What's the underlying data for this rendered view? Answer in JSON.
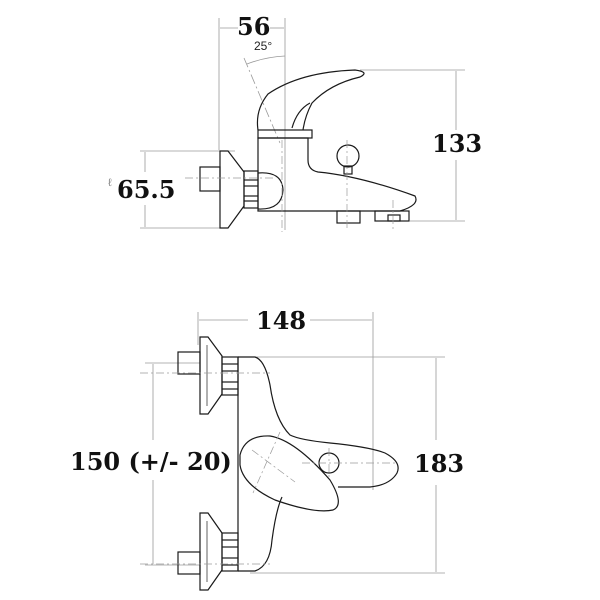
{
  "drawing": {
    "subject": "single-lever bath mixer tap technical drawing",
    "side_view": {
      "dimensions": {
        "lever_offset": "56",
        "lever_angle": "25°",
        "height": "133",
        "flange_diameter": "65.5"
      }
    },
    "top_view": {
      "dimensions": {
        "projection": "148",
        "inlet_centers": "150 (+/- 20)",
        "overall_width": "183"
      }
    },
    "colors": {
      "outline": "#1a1a1a",
      "dimension_line": "#9a9a9a",
      "background": "#ffffff"
    }
  }
}
